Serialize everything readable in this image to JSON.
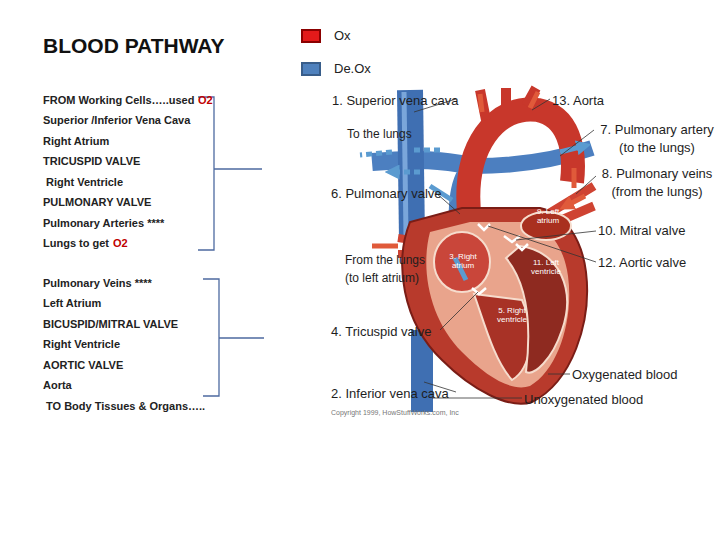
{
  "diagram": {
    "title": "BLOOD PATHWAY",
    "labels": [
      "FROM Working Cells…..used",
      "O2",
      "Superior /Inferior Vena Cava",
      "Right Atrium",
      "TRICUSPID VALVE",
      "Right Ventricle",
      "PULMONARY VALVE",
      "Pulmonary Arteries ****",
      "Lungs to get",
      "O2",
      "Pulmonary Veins ****",
      "Left Atrium",
      "BICUSPID/MITRAL VALVE",
      "Right Ventricle",
      "AORTIC VALVE",
      "Aorta",
      "TO Body Tissues & Organs…..",
      "1. Superior vena cava",
      "13. Aorta",
      "To the lungs",
      "7. Pulmonary artery (to the lungs)",
      "8. Pulmonary veins (from the lungs)",
      "6. Pulmonary valve",
      "9. Left atrium",
      "10. Mitral valve",
      "From the lungs (to left atrium)",
      "3. Right atrium",
      "11. Left ventricle",
      "12. Aortic valve",
      "5. Right ventricle",
      "4. Tricuspid valve",
      "Oxygenated blood",
      "2. Inferior vena cava",
      "Unoxygenated blood",
      "Copyright 1999, HowStuffWorks.com, Inc"
    ],
    "legend": [
      {
        "text": "Ox",
        "color": "#e31a1a"
      },
      {
        "text": "De.Ox",
        "color": "#4f81bd"
      }
    ]
  }
}
